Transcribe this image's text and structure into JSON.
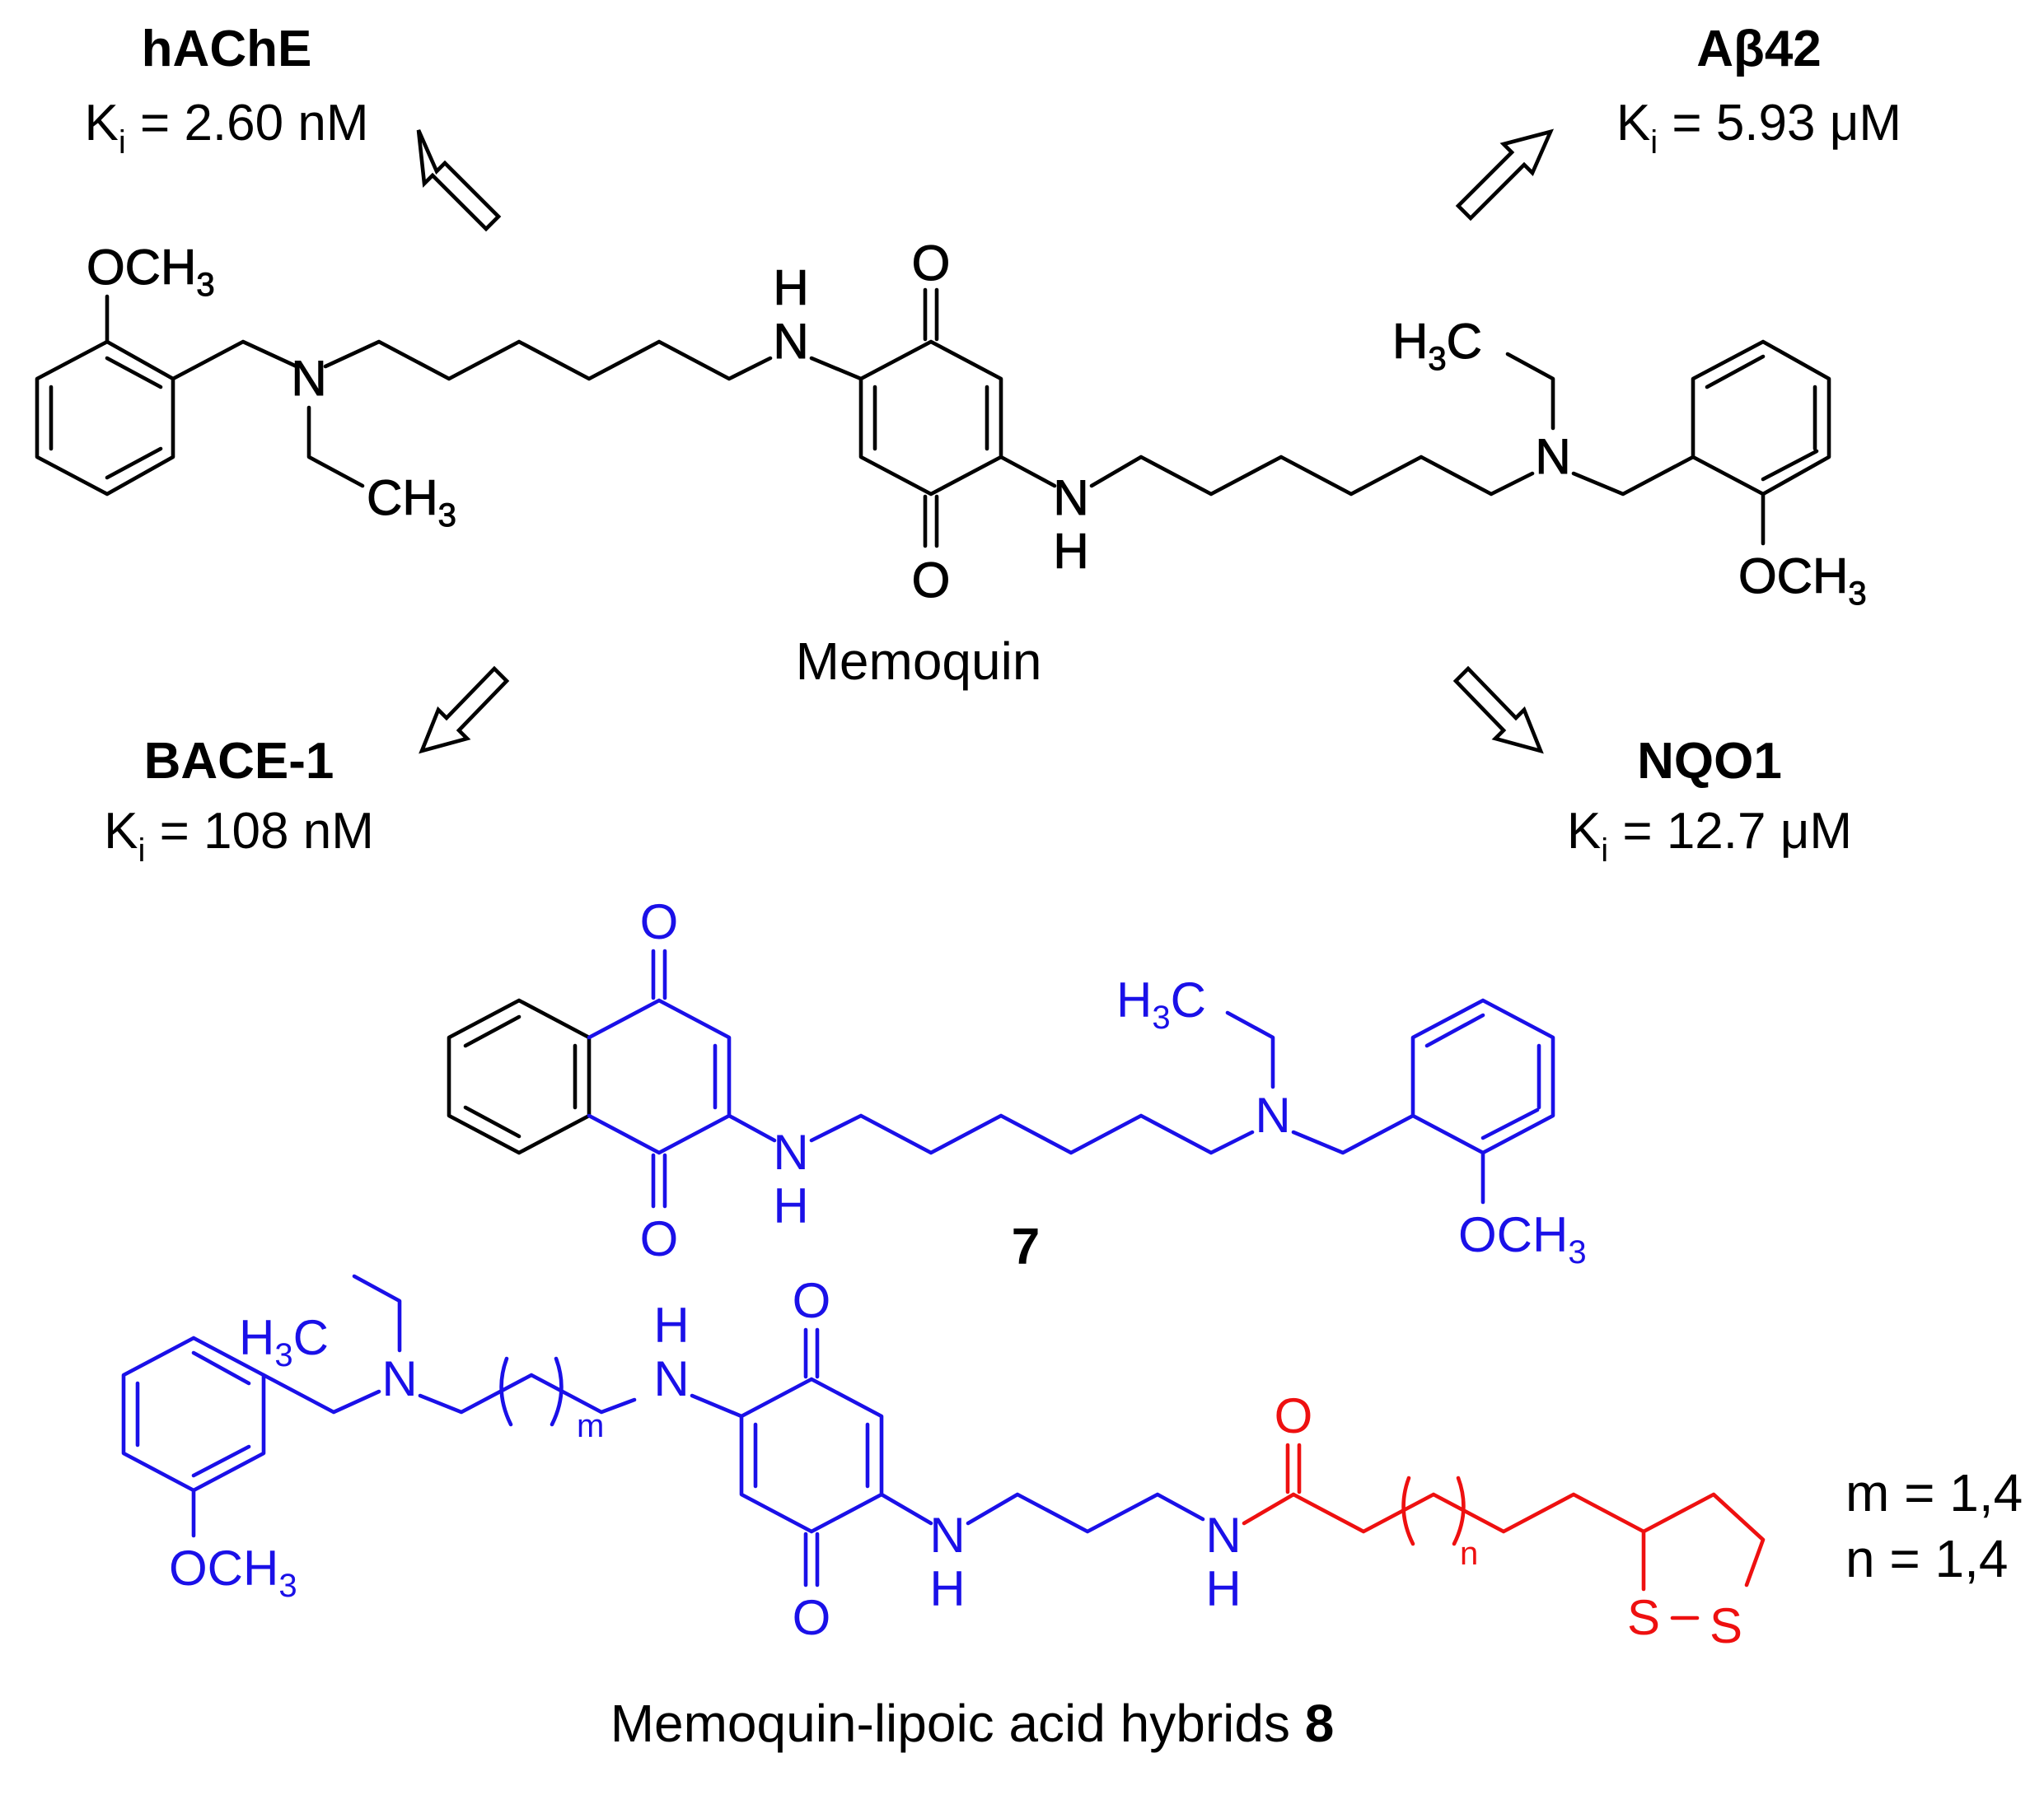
{
  "colors": {
    "black": "#000000",
    "blue": "#1a10e8",
    "red": "#ee1010"
  },
  "memoquin": {
    "name": "Memoquin"
  },
  "targets": [
    {
      "id": "hache",
      "name": "hAChE",
      "value": " = 2.60 nM"
    },
    {
      "id": "abeta",
      "name": "Aβ42",
      "value": " = 5.93 μM"
    },
    {
      "id": "bace",
      "name": "BACE-1",
      "value": " = 108 nM"
    },
    {
      "id": "nqo1",
      "name": "NQO1",
      "value": " = 12.7 μM"
    }
  ],
  "ki": {
    "main": "K",
    "sub": "i"
  },
  "atoms": {
    "o": "O",
    "n": "N",
    "h": "H",
    "s": "S",
    "och": "OCH",
    "h3c_h": "H",
    "h3c_c": "C",
    "ch": "CH",
    "three": "3"
  },
  "compound7": {
    "label": "7"
  },
  "hybrids": {
    "caption": "Memoquin-lipoic acid hybrids ",
    "number": "8",
    "m_sub": "m",
    "n_sub": "n",
    "m_note": "m = 1,4",
    "n_note": "n  = 1,4"
  }
}
